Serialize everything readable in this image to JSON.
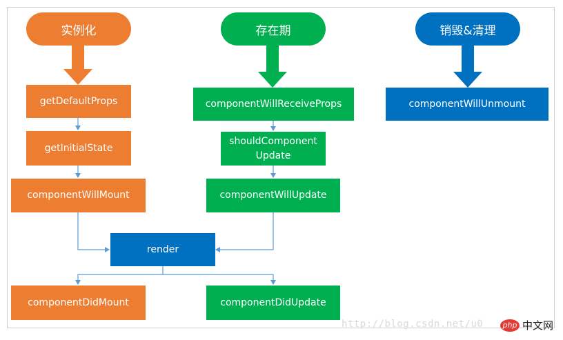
{
  "phases": {
    "instantiation": {
      "label": "实例化",
      "color": "#ed7d31"
    },
    "existence": {
      "label": "存在期",
      "color": "#00b050"
    },
    "destruction": {
      "label": "销毁&清理",
      "color": "#0070c0"
    }
  },
  "nodes": {
    "getDefaultProps": "getDefaultProps",
    "getInitialState": "getInitialState",
    "componentWillMount": "componentWillMount",
    "componentWillReceiveProps": "componentWillReceiveProps",
    "shouldComponentUpdate": "shouldComponent\nUpdate",
    "componentWillUpdate": "componentWillUpdate",
    "componentWillUnmount": "componentWillUnmount",
    "render": "render",
    "componentDidMount": "componentDidMount",
    "componentDidUpdate": "componentDidUpdate"
  },
  "watermark": {
    "url": "http://blog.csdn.net/u0",
    "logo_php": "php",
    "logo_cn": "中文网"
  },
  "colors": {
    "connector": "#5b9bd5"
  }
}
